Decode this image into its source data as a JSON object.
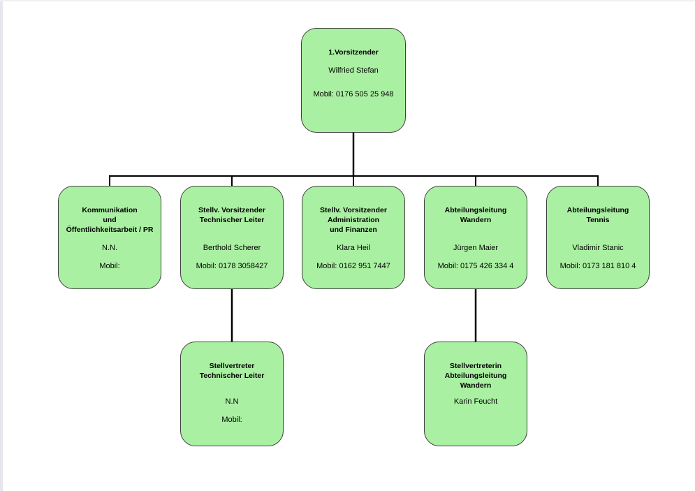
{
  "colors": {
    "box_fill": "#aaf0a2",
    "box_border": "#3f3f3f",
    "connector": "#000000",
    "edge_strip": "#e6e6ee",
    "top_strip": "#eef0f4"
  },
  "boxes": [
    {
      "role": "1.Vorsitzender",
      "title": "1.Vorsitzender",
      "name": "Wilfried Stefan",
      "mobile": "Mobil: 0176 505 25 948"
    },
    {
      "role": "Kommunikation und Öffentlichkeitsarbeit / PR",
      "title": "Kommunikation\nund\nÖffentlichkeitsarbeit / PR",
      "name": "N.N.",
      "mobile": "Mobil:"
    },
    {
      "role": "Stellv. Vorsitzender Technischer Leiter",
      "title": "Stellv. Vorsitzender\nTechnischer Leiter",
      "name": "Berthold Scherer",
      "mobile": "Mobil: 0178 3058427"
    },
    {
      "role": "Stellv. Vorsitzender Administration und Finanzen",
      "title": "Stellv. Vorsitzender\nAdministration\nund Finanzen",
      "name": "Klara Heil",
      "mobile": "Mobil: 0162 951 7447"
    },
    {
      "role": "Abteilungsleitung Wandern",
      "title": "Abteilungsleitung\nWandern",
      "name": "Jürgen Maier",
      "mobile": "Mobil: 0175 426 334 4"
    },
    {
      "role": "Abteilungsleitung Tennis",
      "title": "Abteilungsleitung\nTennis",
      "name": "Vladimir Stanic",
      "mobile": "Mobil: 0173 181 810 4"
    },
    {
      "role": "Stellvertreter Technischer Leiter",
      "title": "Stellvertreter\nTechnischer Leiter",
      "name": "N.N",
      "mobile": "Mobil:"
    },
    {
      "role": "Stellvertreterin Abteilungsleitung Wandern",
      "title": "Stellvertreterin\nAbteilungsleitung\nWandern",
      "name": "Karin Feucht",
      "mobile": ""
    }
  ]
}
